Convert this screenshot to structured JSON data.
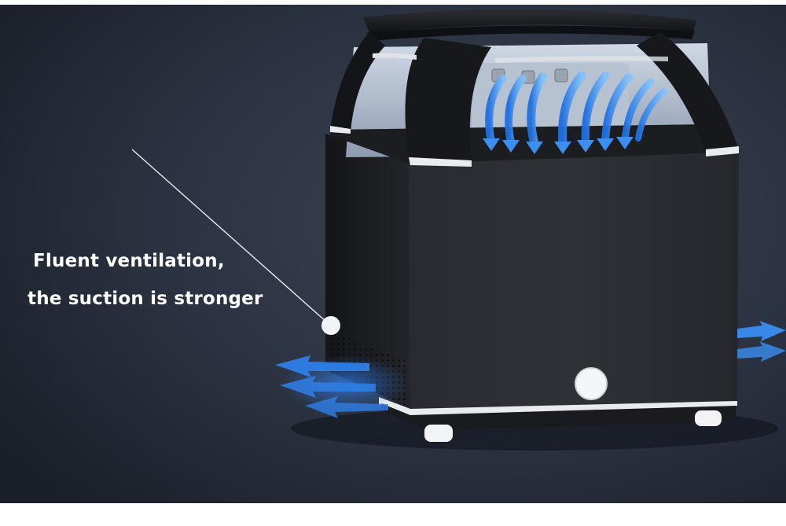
{
  "scene": {
    "subject": "black cube mosquito trap lamp with airflow arrows",
    "caption_lines": [
      "Fluent ventilation,",
      "the suction is stronger"
    ],
    "colors": {
      "background": "#2a3140",
      "device_body": "#25262b",
      "device_dark": "#16171a",
      "accent_white": "#e9ecef",
      "airflow_blue": "#3b8ff0"
    }
  }
}
